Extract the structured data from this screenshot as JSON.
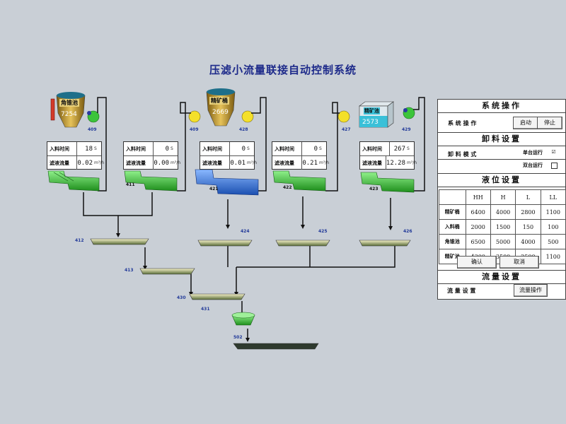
{
  "title": "压滤小流量联接自动控制系统",
  "tanks": {
    "t1_label": "角锥池",
    "t1_value": "7254",
    "t2_label": "精矿桶",
    "t2_value": "2669",
    "t3_label": "精矿池",
    "t3_value": "2573"
  },
  "tags": {
    "p409a": "409",
    "p409b": "409",
    "p428a": "428",
    "p427": "427",
    "p429": "429",
    "f411": "411",
    "f421": "421",
    "f422": "422",
    "f423": "423",
    "c412": "412",
    "c413": "413",
    "c430": "430",
    "c431": "431",
    "c424": "424",
    "c425": "425",
    "c426": "426",
    "c502": "502"
  },
  "boxes": [
    {
      "label1": "入料时间",
      "value1": "18",
      "unit1": "S",
      "label2": "滤液流量",
      "value2": "0.02",
      "unit2": "m³/h"
    },
    {
      "label1": "入料时间",
      "value1": "0",
      "unit1": "S",
      "label2": "滤液流量",
      "value2": "0.00",
      "unit2": "m³/h"
    },
    {
      "label1": "入料时间",
      "value1": "0",
      "unit1": "S",
      "label2": "滤液流量",
      "value2": "0.01",
      "unit2": "m³/h"
    },
    {
      "label1": "入料时间",
      "value1": "0",
      "unit1": "S",
      "label2": "滤液流量",
      "value2": "0.21",
      "unit2": "m³/h"
    },
    {
      "label1": "入料时间",
      "value1": "267",
      "unit1": "S",
      "label2": "滤液流量",
      "value2": "12.28",
      "unit2": "m³/h"
    }
  ],
  "panel": {
    "sys_header": "系统操作",
    "sys_label": "系 统 操 作",
    "start_btn": "启动",
    "stop_btn": "停止",
    "unload_header": "卸料设置",
    "unload_label": "卸 料 模 式",
    "single_mode": "单台运行",
    "single_check": "☑",
    "double_mode": "双台运行",
    "level_header": "液位设置",
    "level_cols": [
      "HH",
      "H",
      "L",
      "LL"
    ],
    "level_rows": [
      {
        "name": "精矿桶",
        "v": [
          "6400",
          "4000",
          "2800",
          "1100"
        ]
      },
      {
        "name": "入料桶",
        "v": [
          "2000",
          "1500",
          "150",
          "100"
        ]
      },
      {
        "name": "角锥池",
        "v": [
          "6500",
          "5000",
          "4000",
          "500"
        ]
      },
      {
        "name": "精矿池",
        "v": [
          "4300",
          "3500",
          "2500",
          "1100"
        ]
      }
    ],
    "confirm_btn": "确认",
    "cancel_btn": "取消",
    "flow_header": "流量设置",
    "flow_label": "流 量 设 置",
    "flow_btn": "流量操作"
  },
  "colors": {
    "bg": "#c9cfd6",
    "press_green": "#3cc43a",
    "press_blue": "#2a6fd8",
    "tank_gold": "#c8a23c",
    "tank_cyan": "#3ac0d8",
    "title_blue": "#1d2a8a"
  }
}
